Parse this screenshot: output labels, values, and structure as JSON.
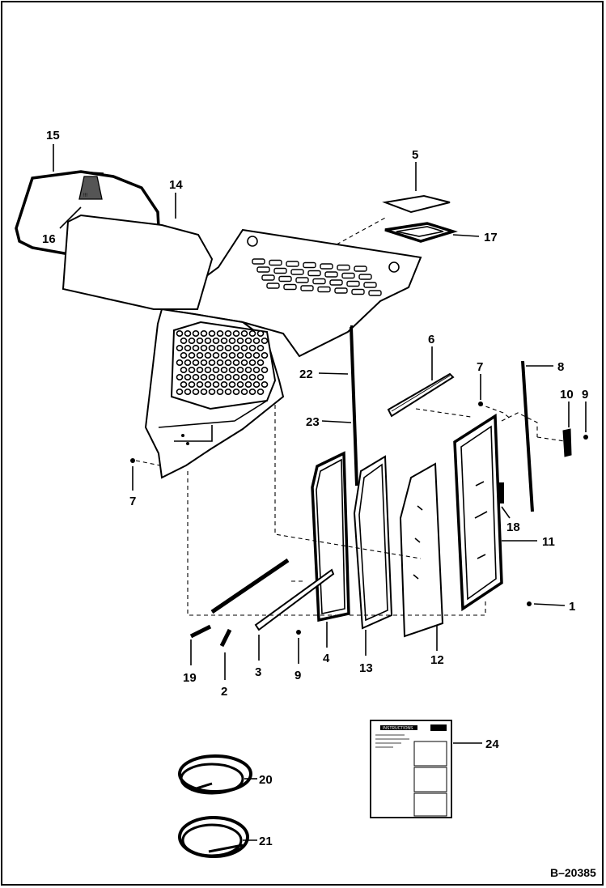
{
  "callouts": {
    "c1": "1",
    "c2": "2",
    "c3": "3",
    "c4": "4",
    "c5": "5",
    "c6": "6",
    "c7a": "7",
    "c7b": "7",
    "c8": "8",
    "c9a": "9",
    "c9b": "9",
    "c10": "10",
    "c11": "11",
    "c12": "12",
    "c13": "13",
    "c14": "14",
    "c15": "15",
    "c16": "16",
    "c17": "17",
    "c18": "18",
    "c19": "19",
    "c20": "20",
    "c21": "21",
    "c22": "22",
    "c23": "23",
    "c24": "24"
  },
  "figure_ref": "B–20385",
  "decal": {
    "heading": "INSTRUCTIONS"
  }
}
